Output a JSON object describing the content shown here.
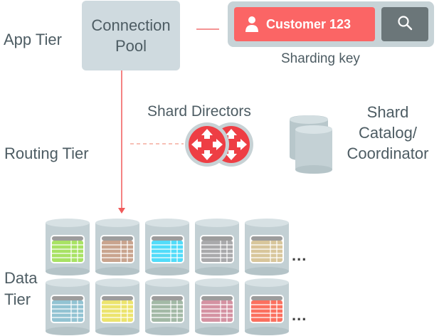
{
  "tiers": {
    "app": "App Tier",
    "routing": "Routing Tier",
    "data_line1": "Data",
    "data_line2": "Tier"
  },
  "connection_pool": {
    "line1": "Connection",
    "line2": "Pool"
  },
  "sharding_key": {
    "value": "Customer 123",
    "icon": "person-icon",
    "search_icon": "search-icon",
    "caption": "Sharding key"
  },
  "shard_directors": {
    "label": "Shard Directors",
    "icon": "router-arrows-icon",
    "count": 2
  },
  "shard_catalog": {
    "line1": "Shard",
    "line2": "Catalog/",
    "line3": "Coordinator"
  },
  "data_tier": {
    "rows": [
      {
        "shards": [
          "#a8e264",
          "#c9a48e",
          "#52dcf9",
          "#a9a9ab",
          "#d8c69b"
        ],
        "more": "..."
      },
      {
        "shards": [
          "#92c3d2",
          "#ece46e",
          "#a3b9a6",
          "#d492a2",
          "#fb705f"
        ],
        "more": "..."
      }
    ]
  },
  "colors": {
    "accent_red": "#fb6565",
    "line_red": "#f05a5a",
    "cylinder": "#c3d0d4",
    "pool_bg": "#cfdadf",
    "search_bg": "#6b7679",
    "text": "#4d5c63"
  }
}
